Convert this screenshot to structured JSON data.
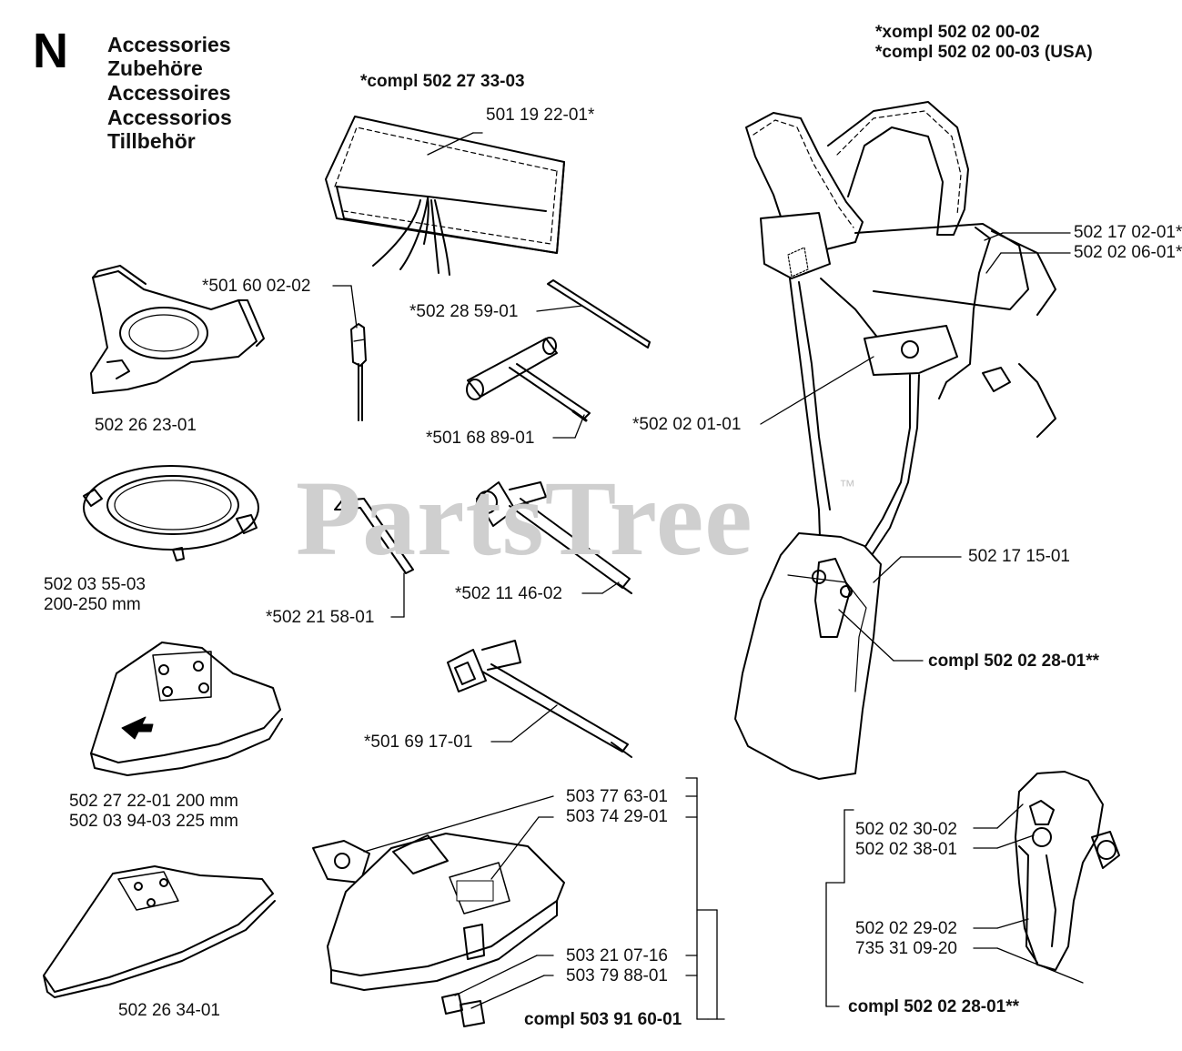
{
  "section_letter": "N",
  "titles": [
    "Accessories",
    "Zubehöre",
    "Accessoires",
    "Accessorios",
    "Tillbehör"
  ],
  "watermark": "PartsTree",
  "watermark_mark": "™",
  "labels": {
    "harness_compl_1": "*xompl 502 02 00-02",
    "harness_compl_2": "*compl 502 02 00-03 (USA)",
    "toolbag_compl": "*compl 502 27 33-03",
    "toolbag": "501 19 22-01*",
    "clip_1": "502 17 02-01*",
    "clip_2": "502 02 06-01*",
    "screwdriver": "*501 60 02-02",
    "drift_pin": "*502 28 59-01",
    "support_plate": "502 26 23-01",
    "tbar_wrench": "*501 68 89-01",
    "harness_pad": "*502 02 01-01",
    "trimmer_head_cover": "502 03 55-03",
    "trimmer_head_size": "200-250 mm",
    "hip_pad": "502 17 15-01",
    "hex_key": "*502 21 58-01",
    "socket_wrench": "*502 11 46-02",
    "hook_compl": "compl 502 02 28-01**",
    "combi_wrench": "*501 69 17-01",
    "guard_200": "502 27 22-01 200 mm",
    "guard_225": "502 03 94-03 225 mm",
    "guard_plate": "503 77 63-01",
    "guard_decal": "503 74 29-01",
    "guard_screw": "503 21 07-16",
    "guard_clamp": "503 79 88-01",
    "guard_compl": "compl 503 91 60-01",
    "hook_part_1": "502 02 30-02",
    "hook_part_2": "502 02 38-01",
    "hook_part_3": "502 02 29-02",
    "hook_part_4": "735 31 09-20",
    "hook_compl_bottom": "compl 502 02 28-01**",
    "blade_guard": "502 26 34-01"
  }
}
